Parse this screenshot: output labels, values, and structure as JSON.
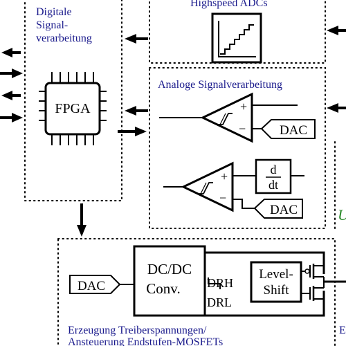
{
  "blocks": {
    "digital": {
      "line1": "Digitale",
      "line2": "Signal-",
      "line3": "verarbeitung"
    },
    "adc": {
      "title": "Highspeed ADCs"
    },
    "analog": {
      "title": "Analoge Signalverarbeitung"
    },
    "driver": {
      "line1": "Erzeugung Treiberspannungen/",
      "line2": "Ansteuerung Endstufen-MOSFETs"
    }
  },
  "components": {
    "fpga": "FPGA",
    "dac_top": "DAC",
    "dac_mid": "DAC",
    "dac_driver": "DAC",
    "deriv_num": "d",
    "deriv_den": "dt",
    "dcdc_line1": "DC/DC",
    "dcdc_line2": "Conv.",
    "drh": "DRH",
    "drl": "DRL",
    "level_line1": "Level-",
    "level_line2": "Shift",
    "comp_plus": "+",
    "comp_minus": "−"
  },
  "edge": {
    "partial_green": "U",
    "partial_bottom_right": "E"
  },
  "colors": {
    "block_label": "#1a1a8c",
    "edge_green": "#2a8a2a",
    "stroke": "#000000"
  }
}
